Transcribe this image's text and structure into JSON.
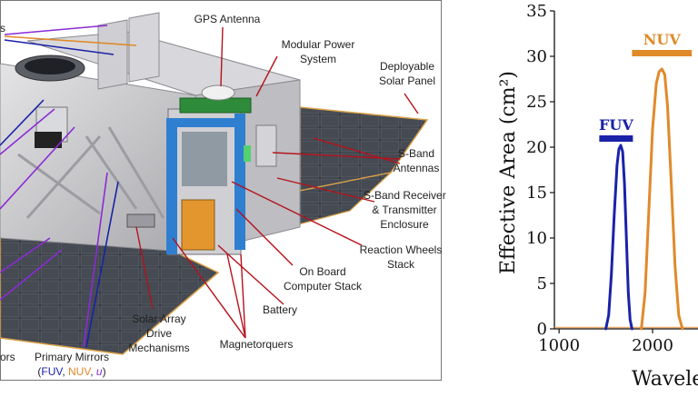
{
  "diagram": {
    "labels": {
      "gps_antenna": "GPS Antenna",
      "modular_power_line1": "Modular Power",
      "modular_power_line2": "System",
      "solar_panel_line1": "Deployable",
      "solar_panel_line2": "Solar Panel",
      "sband_antennas_line1": "S-Band",
      "sband_antennas_line2": "Antennas",
      "sband_rx_line1": "S-Band Receiver",
      "sband_rx_line2": "& Transmitter",
      "sband_rx_line3": "Enclosure",
      "rw_line1": "Reaction Wheels",
      "rw_line2": "Stack",
      "obc_line1": "On Board",
      "obc_line2": "Computer Stack",
      "battery": "Battery",
      "magnetorquers": "Magnetorquers",
      "sada_line1": "Solar Array",
      "sada_line2": "Drive",
      "sada_line3": "Mechanisms",
      "primary_mirrors": "Primary Mirrors",
      "mirrors_open": "(",
      "mirrors_fuv": "FUV",
      "mirrors_sep1": ", ",
      "mirrors_nuv": "NUV",
      "mirrors_sep2": ", ",
      "mirrors_u": "u",
      "mirrors_close": ")",
      "left_cut_top": "s",
      "left_cut_bottom": "ors"
    },
    "colors": {
      "fuv": "#1a22a8",
      "nuv": "#e08a2a",
      "u": "#8a2bd6",
      "leader": "#b5121b",
      "frame_blue": "#2f7fd1",
      "panel": "#c9c9cc",
      "solar_cell": "#3a3d45"
    }
  },
  "chart_data": {
    "type": "line",
    "ylabel": "Effective Area (cm²)",
    "xlabel": "Wavelength",
    "xlim": [
      950,
      2700
    ],
    "ylim": [
      0,
      35
    ],
    "x_ticks": [
      "1000",
      "2000"
    ],
    "y_ticks": [
      "0",
      "5",
      "10",
      "15",
      "20",
      "25",
      "30",
      "35"
    ],
    "bands": [
      {
        "label": "FUV",
        "color": "#1a22a8",
        "x_start": 1430,
        "x_end": 1790,
        "y": 21
      },
      {
        "label": "NUV",
        "color": "#e08a2a",
        "x_start": 1780,
        "x_end": 2420,
        "y": 30.4
      }
    ],
    "series": [
      {
        "color": "#1a22a8",
        "x": [
          1500,
          1530,
          1560,
          1590,
          1620,
          1640,
          1660,
          1680,
          1700,
          1720,
          1740,
          1760,
          1780
        ],
        "y": [
          0,
          1.5,
          6,
          12.5,
          18,
          19.8,
          20.2,
          19.5,
          16,
          10,
          4,
          1,
          0
        ]
      },
      {
        "color": "#e08a2a",
        "x": [
          1880,
          1920,
          1960,
          2000,
          2040,
          2070,
          2100,
          2130,
          2160,
          2200,
          2240,
          2280,
          2320
        ],
        "y": [
          0,
          4,
          13,
          22,
          27,
          28.3,
          28.6,
          28,
          24.5,
          16,
          7,
          1.5,
          0
        ]
      }
    ]
  }
}
